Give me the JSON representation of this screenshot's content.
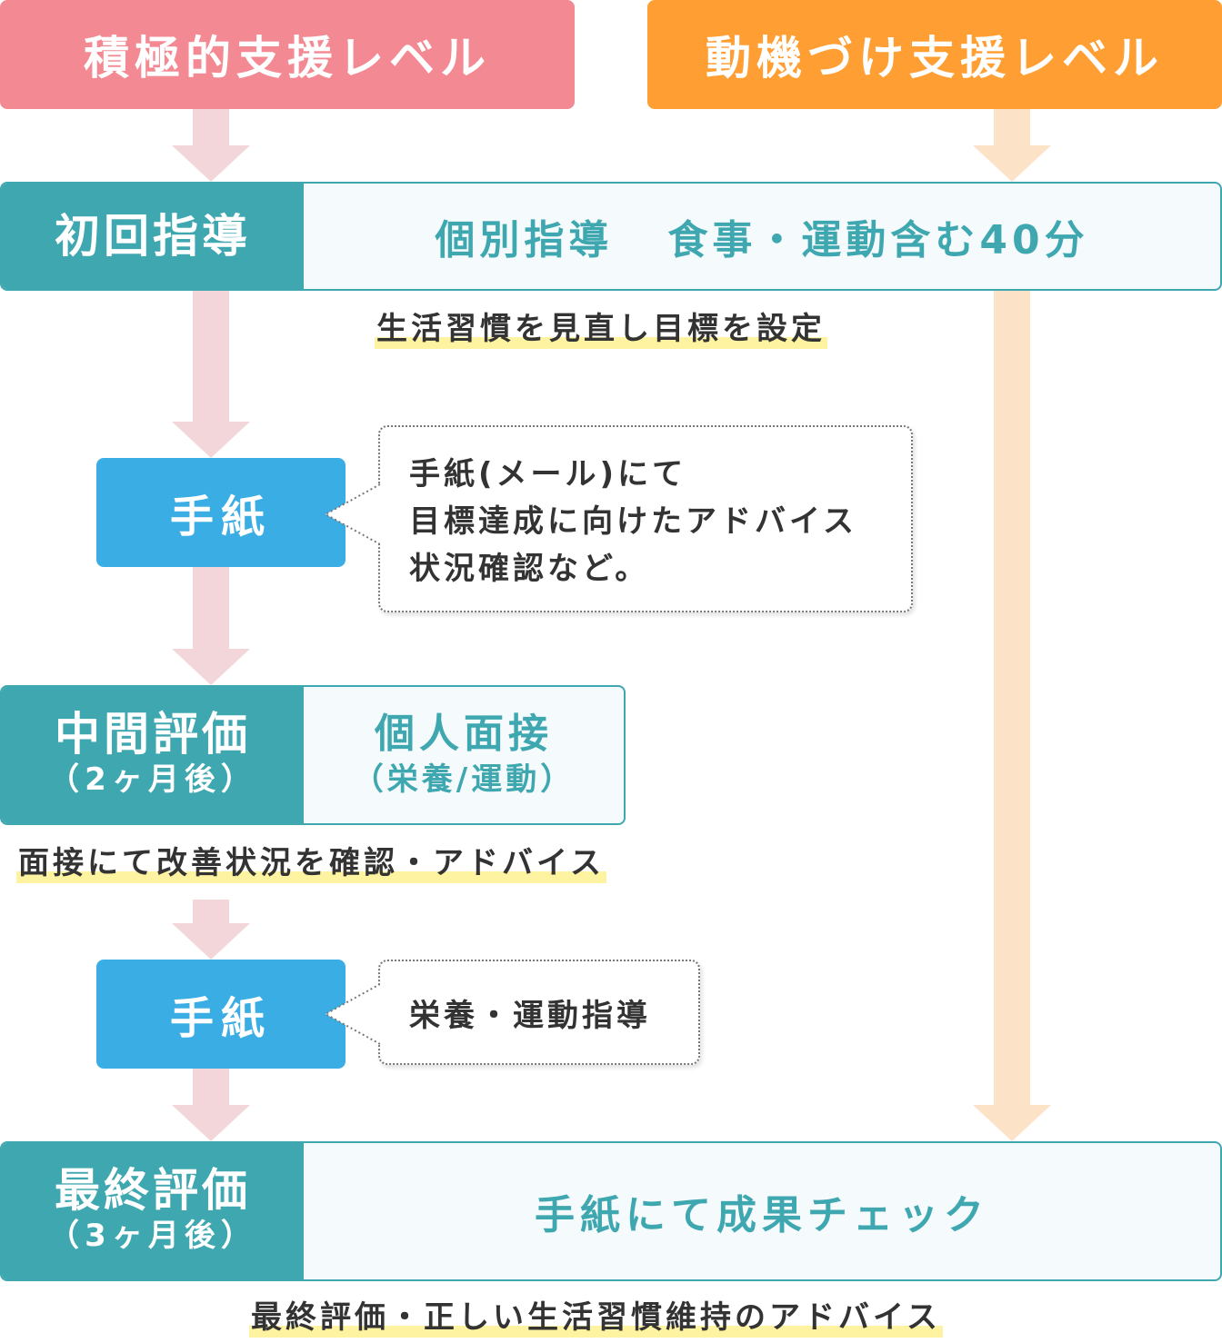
{
  "headers": {
    "intensive": "積極的支援レベル",
    "motivational": "動機づけ支援レベル"
  },
  "steps": {
    "initial": {
      "label": "初回指導",
      "content_part1": "個別指導",
      "content_part2": "食事・運動含む40分",
      "note": "生活習慣を見直し目標を設定"
    },
    "letter1": {
      "label": "手紙",
      "callout_lines": [
        "手紙(メール)にて",
        "目標達成に向けたアドバイス",
        "状況確認など。"
      ]
    },
    "midterm": {
      "label": "中間評価",
      "sub": "（2ヶ月後）",
      "content_main": "個人面接",
      "content_sub": "（栄養/運動）",
      "note": "面接にて改善状況を確認・アドバイス"
    },
    "letter2": {
      "label": "手紙",
      "callout": "栄養・運動指導"
    },
    "final": {
      "label": "最終評価",
      "sub": "（3ヶ月後）",
      "content": "手紙にて成果チェック",
      "note": "最終評価・正しい生活習慣維持のアドバイス"
    }
  },
  "colors": {
    "pink": "#f38a93",
    "orange": "#ff9e32",
    "teal": "#3fa7b0",
    "blue": "#3aade4",
    "pink_arrow": "#f3d6da",
    "orange_arrow": "#fce3c8",
    "highlight": "#fdf3a0"
  }
}
